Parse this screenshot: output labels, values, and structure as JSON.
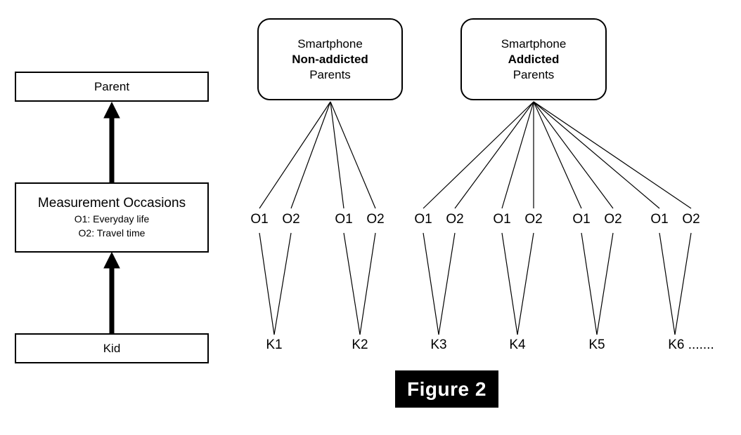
{
  "figure": {
    "caption": "Figure 2"
  },
  "legend_panel": {
    "parent_box": {
      "label": "Parent"
    },
    "measurement_box": {
      "title": "Measurement Occasions",
      "line1": "O1: Everyday life",
      "line2": "O2: Travel time"
    },
    "kid_box": {
      "label": "Kid"
    },
    "arrows": [
      {
        "name": "kid-to-measurement",
        "direction": "up"
      },
      {
        "name": "measurement-to-parent",
        "direction": "up"
      }
    ]
  },
  "tree_panel": {
    "groups": [
      {
        "id": "non-addicted",
        "title_line1": "Smartphone",
        "title_line2": "Non-addicted",
        "title_line3": "Parents",
        "children": [
          {
            "kid": "K1",
            "occasions": [
              "O1",
              "O2"
            ]
          },
          {
            "kid": "K2",
            "occasions": [
              "O1",
              "O2"
            ]
          }
        ]
      },
      {
        "id": "addicted",
        "title_line1": "Smartphone",
        "title_line2": "Addicted",
        "title_line3": "Parents",
        "children": [
          {
            "kid": "K3",
            "occasions": [
              "O1",
              "O2"
            ]
          },
          {
            "kid": "K4",
            "occasions": [
              "O1",
              "O2"
            ]
          },
          {
            "kid": "K5",
            "occasions": [
              "O1",
              "O2"
            ]
          },
          {
            "kid": "K6 .......",
            "occasions": [
              "O1",
              "O2"
            ]
          }
        ]
      }
    ]
  },
  "colors": {
    "stroke": "#000000",
    "background": "#ffffff",
    "caption_bg": "#000000",
    "caption_fg": "#ffffff"
  }
}
